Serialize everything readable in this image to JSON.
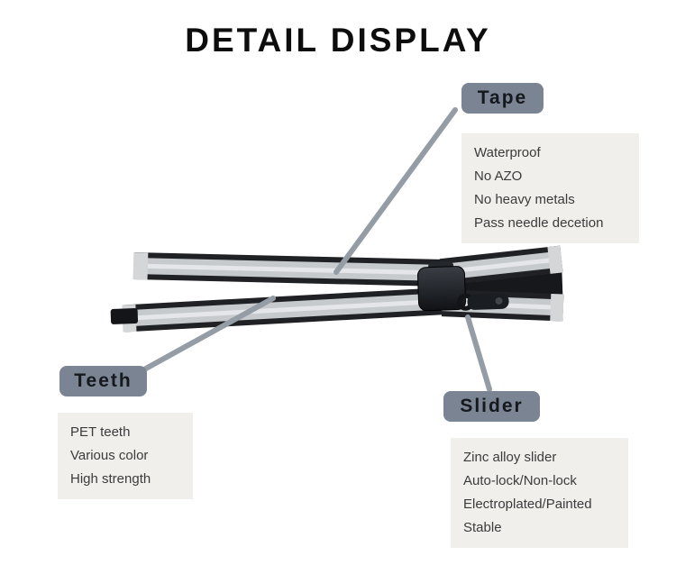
{
  "page": {
    "title": "DETAIL DISPLAY"
  },
  "callouts": {
    "tape": {
      "label": "Tape",
      "features": [
        "Waterproof",
        "No AZO",
        "No heavy metals",
        "Pass needle decetion"
      ]
    },
    "teeth": {
      "label": "Teeth",
      "features": [
        "PET teeth",
        "Various color",
        "High strength"
      ]
    },
    "slider": {
      "label": "Slider",
      "features": [
        "Zinc alloy slider",
        "Auto-lock/Non-lock",
        "Electroplated/Painted",
        "Stable"
      ]
    }
  },
  "product": {
    "illustration": "two-tone reflective open-end zipper with black teeth and zinc alloy slider"
  },
  "colors": {
    "label_pill_bg": "#7b8493",
    "info_box_bg": "#f1efec",
    "connector_line": "#949ca5",
    "tape_silver": "#c7cacd",
    "teeth_black": "#1f2124"
  }
}
